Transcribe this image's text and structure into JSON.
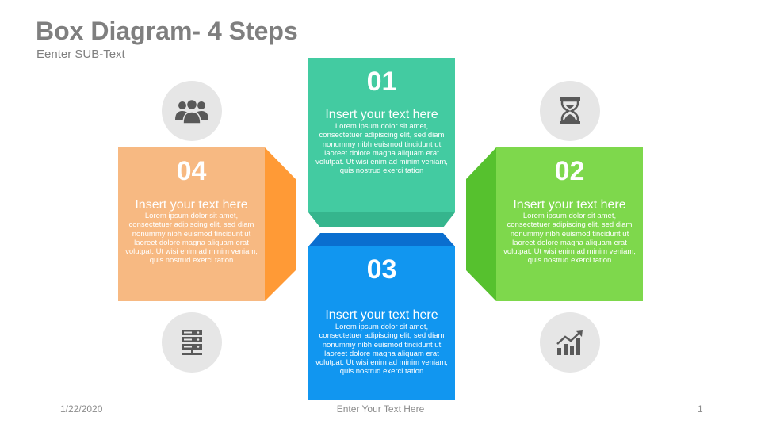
{
  "title": "Box Diagram- 4 Steps",
  "subtitle": "Eenter SUB-Text",
  "steps": [
    {
      "number": "01",
      "heading": "Insert your text here",
      "body": "Lorem ipsum dolor sit amet, consectetuer adipiscing elit, sed diam nonummy nibh euismod tincidunt ut laoreet dolore magna aliquam erat volutpat. Ut wisi enim ad minim veniam, quis nostrud exerci tation",
      "color": "#43cba1",
      "icon": "hourglass-icon"
    },
    {
      "number": "02",
      "heading": "Insert your text here",
      "body": "Lorem ipsum dolor sit amet, consectetuer adipiscing elit, sed diam nonummy nibh euismod tincidunt ut laoreet dolore magna aliquam erat volutpat. Ut wisi enim ad minim veniam, quis nostrud exerci tation",
      "color": "#7ed84c",
      "icon": "growth-chart-icon"
    },
    {
      "number": "03",
      "heading": "Insert your text here",
      "body": "Lorem ipsum dolor sit amet, consectetuer adipiscing elit, sed diam nonummy nibh euismod tincidunt ut laoreet dolore magna aliquam erat volutpat. Ut wisi enim ad minim veniam, quis nostrud exerci tation",
      "color": "#1196f0",
      "icon": "server-icon"
    },
    {
      "number": "04",
      "heading": "Insert your text here",
      "body": "Lorem ipsum dolor sit amet, consectetuer adipiscing elit, sed diam nonummy nibh euismod tincidunt ut laoreet dolore magna aliquam erat volutpat. Ut wisi enim ad minim veniam, quis nostrud exerci tation",
      "color": "#f7b982",
      "icon": "team-icon"
    }
  ],
  "footer": {
    "date": "1/22/2020",
    "center": "Enter Your Text Here",
    "page": "1"
  }
}
